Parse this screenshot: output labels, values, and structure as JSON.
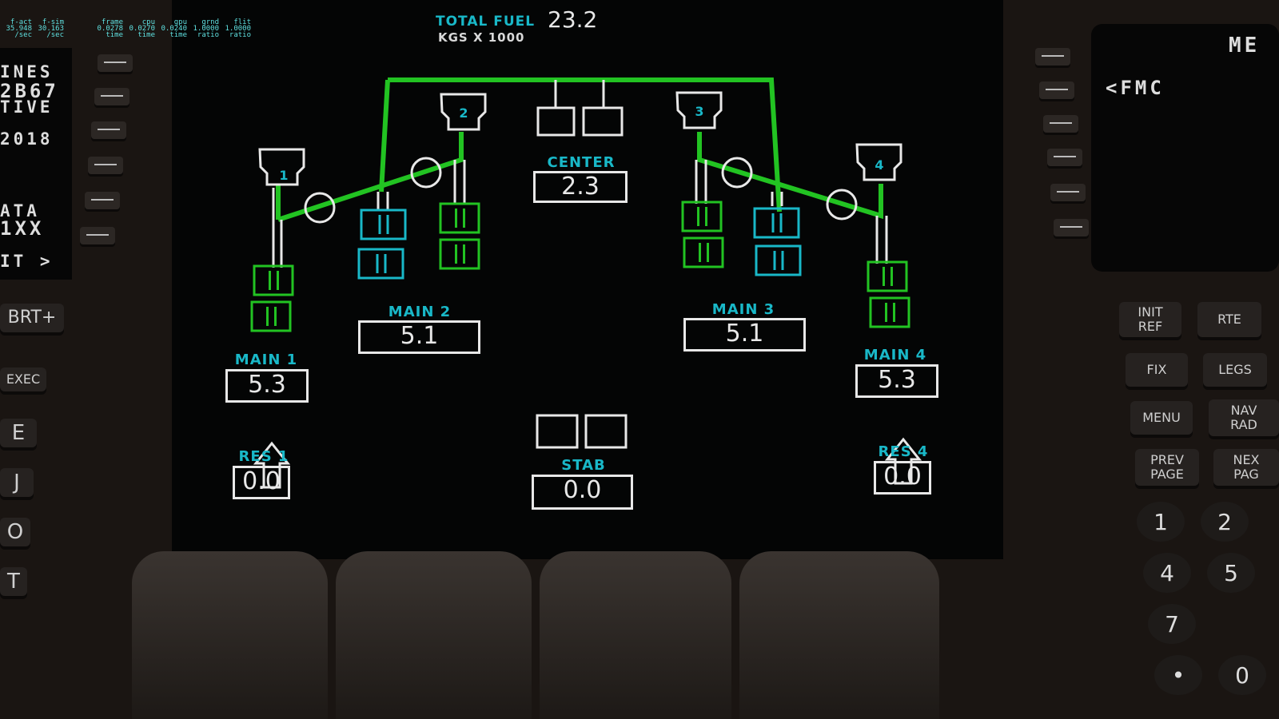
{
  "stats": [
    {
      "name": "f-act",
      "value": "35.948",
      "unit": "/sec"
    },
    {
      "name": "f-sim",
      "value": "30.163",
      "unit": "/sec"
    },
    {
      "name": "frame",
      "value": "0.0278",
      "unit": "time"
    },
    {
      "name": "cpu",
      "value": "0.0270",
      "unit": "time"
    },
    {
      "name": "gpu",
      "value": "0.0240",
      "unit": "time"
    },
    {
      "name": "grnd",
      "value": "1.0000",
      "unit": "ratio"
    },
    {
      "name": "flit",
      "value": "1.0000",
      "unit": "ratio"
    }
  ],
  "fuel": {
    "total_label": "TOTAL FUEL",
    "total_value": "23.2",
    "units": "KGS X 1000",
    "engines": [
      "1",
      "2",
      "3",
      "4"
    ],
    "center": {
      "label": "CENTER",
      "value": "2.3"
    },
    "main1": {
      "label": "MAIN 1",
      "value": "5.3"
    },
    "main2": {
      "label": "MAIN 2",
      "value": "5.1"
    },
    "main3": {
      "label": "MAIN 3",
      "value": "5.1"
    },
    "main4": {
      "label": "MAIN 4",
      "value": "5.3"
    },
    "res1": {
      "label": "RES 1",
      "value": "0.0"
    },
    "res4": {
      "label": "RES 4",
      "value": "0.0"
    },
    "stab": {
      "label": "STAB",
      "value": "0.0"
    },
    "colors": {
      "flow": "#22c322",
      "pump_cyan": "#19b8c8",
      "text": "#19b8c8"
    }
  },
  "left_cdu": {
    "lines": [
      "INES",
      "2B67",
      "TIVE",
      "2018",
      "ATA",
      "1XX",
      "IT >"
    ],
    "keys": [
      "BRT+",
      "EXEC",
      "E",
      "J",
      "O",
      "T"
    ]
  },
  "right_cdu": {
    "lines": [
      "ME",
      "<FMC"
    ],
    "keys": [
      "INIT\nREF",
      "RTE",
      "FIX",
      "LEGS",
      "MENU",
      "NAV\nRAD",
      "PREV\nPAGE",
      "NEX\nPAG"
    ],
    "numbers": [
      "1",
      "2",
      "4",
      "5",
      "7",
      "•",
      "0"
    ]
  }
}
